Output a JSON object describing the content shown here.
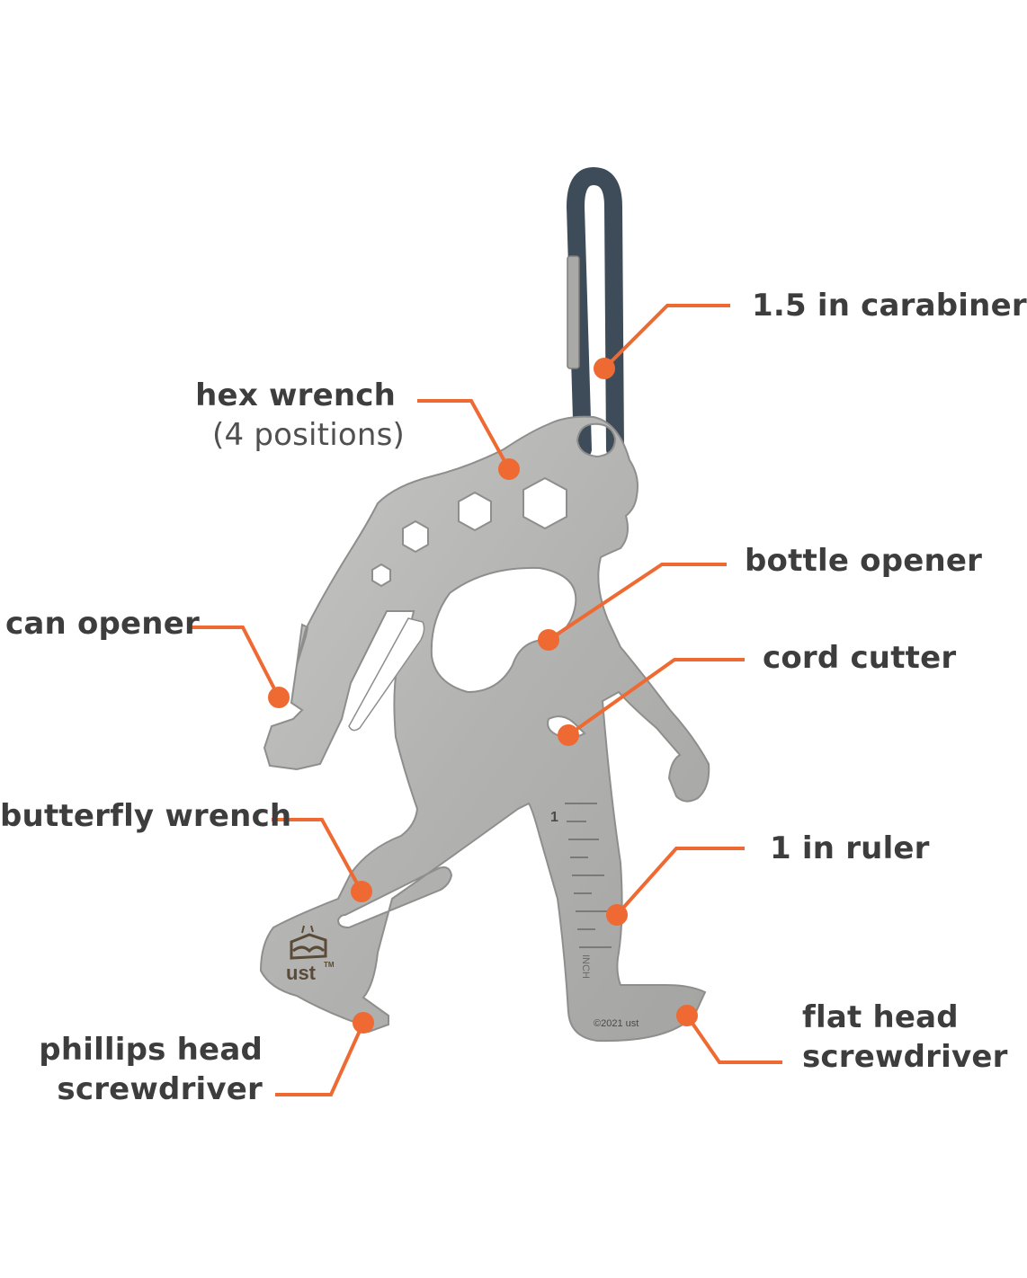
{
  "colors": {
    "callout": "#ee6a32",
    "label_text": "#3d3d3d",
    "steel": "#b4b4b2",
    "steel_edge": "#8e8e8c",
    "carabiner": "#3e4c5a",
    "background": "#ffffff"
  },
  "labels": {
    "carabiner": "1.5 in carabiner",
    "hex_wrench": "hex wrench",
    "hex_positions": "(4 positions)",
    "bottle_opener": "bottle opener",
    "can_opener": "can opener",
    "cord_cutter": "cord cutter",
    "butterfly_wrench": "butterfly wrench",
    "ruler": "1 in ruler",
    "phillips_1": "phillips head",
    "phillips_2": "screwdriver",
    "flat_1": "flat head",
    "flat_2": "screwdriver"
  },
  "imprint": {
    "brand": "ust",
    "tm": "TM",
    "copyright": "©2021 ust",
    "ruler_mark": "1",
    "ruler_unit": "INCH"
  }
}
